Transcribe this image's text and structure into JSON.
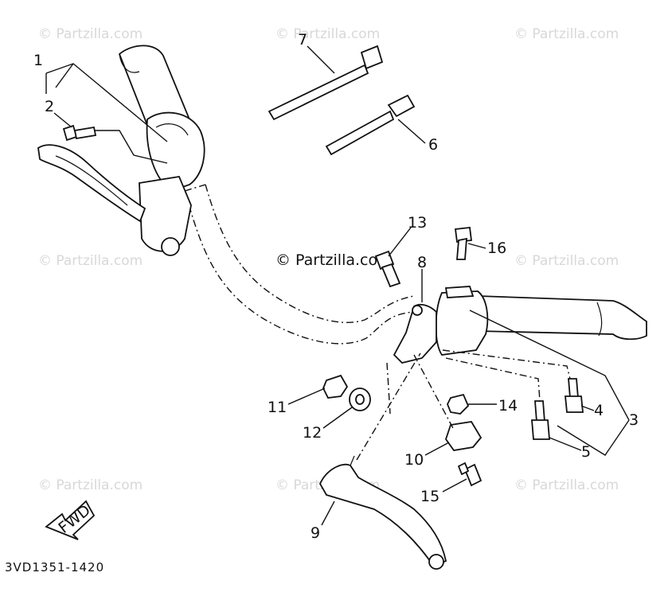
{
  "watermark": "© Partzilla.com",
  "part_code": "3VD1351-1420",
  "fwd_label": "FWD",
  "callouts": [
    "1",
    "2",
    "3",
    "4",
    "5",
    "6",
    "7",
    "8",
    "9",
    "10",
    "11",
    "12",
    "13",
    "14",
    "15",
    "16"
  ]
}
